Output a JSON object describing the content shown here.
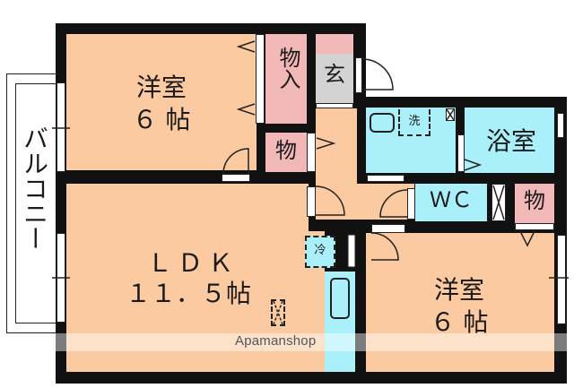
{
  "floor_plan": {
    "rooms": [
      {
        "id": "western-room-1",
        "name": "洋室",
        "size": "6帖"
      },
      {
        "id": "ldk",
        "name": "ＬＤＫ",
        "size": "１１.５帖"
      },
      {
        "id": "western-room-2",
        "name": "洋室",
        "size": "6帖"
      },
      {
        "id": "bathroom",
        "name": "浴室"
      },
      {
        "id": "toilet",
        "name": "ＷＣ"
      },
      {
        "id": "entrance",
        "name": "玄"
      },
      {
        "id": "closet-1",
        "name": "物入"
      },
      {
        "id": "storage-1",
        "name": "物"
      },
      {
        "id": "storage-2",
        "name": "物"
      },
      {
        "id": "balcony",
        "name": "バルコニー"
      }
    ],
    "fixtures": {
      "washer": "洗",
      "fridge": "冷"
    },
    "colors": {
      "room": "#fbcaa0",
      "storage": "#f2b8b8",
      "wet_area": "#aaf0fb",
      "entrance": "#d3d3d3",
      "wall": "#111111"
    }
  },
  "labels": {
    "room1_name": "洋室",
    "room1_size": "６ 帖",
    "ldk_name": "ＬＤＫ",
    "ldk_size": "１１．５帖",
    "room2_name": "洋室",
    "room2_size": "６ 帖",
    "bath": "浴室",
    "wc": "ＷＣ",
    "entrance": "玄",
    "closet": "物入",
    "storage_a": "物",
    "storage_b": "物",
    "washer": "洗",
    "fridge": "冷",
    "balcony": "バルコニー"
  },
  "watermark": "Apamanshop"
}
